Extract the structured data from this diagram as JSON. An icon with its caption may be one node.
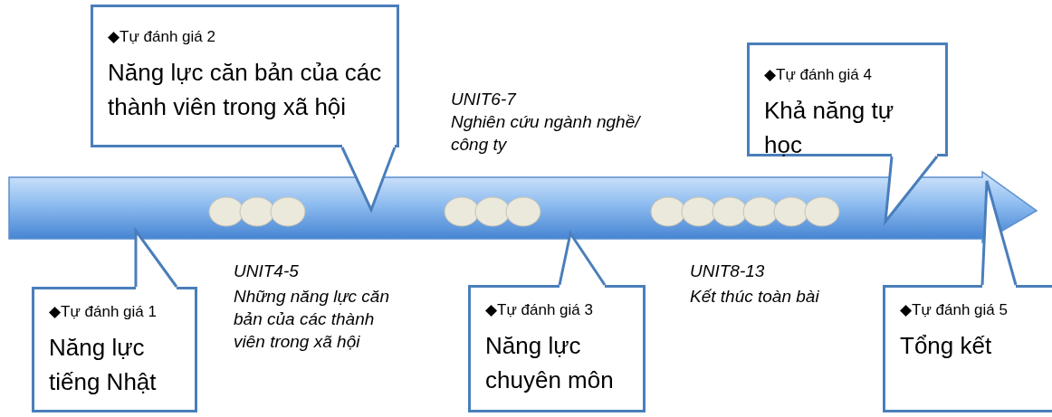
{
  "diagram": {
    "nodes": [
      {
        "text": [
          "◆Tự đánh giá 1",
          "Năng lực tiếng Nhật"
        ]
      },
      {
        "text": [
          "◆Tự đánh giá 2",
          "Năng lực căn bản của các thành viên trong xã hội"
        ]
      },
      {
        "text": [
          "◆Tự đánh giá 3",
          "Năng lực chuyên môn"
        ]
      },
      {
        "text": [
          "◆Tự đánh giá 4",
          "Khả năng tự học"
        ]
      },
      {
        "text": [
          "◆Tự đánh giá 5",
          "Tổng kết"
        ]
      }
    ],
    "labels": [
      "UNIT6-7",
      "Nghiên cứu ngành nghề/ công ty",
      "UNIT4-5",
      "Những năng lực căn bản của các thành viên trong xã hội",
      "UNIT8-13",
      "Kết thúc toàn bài"
    ]
  }
}
